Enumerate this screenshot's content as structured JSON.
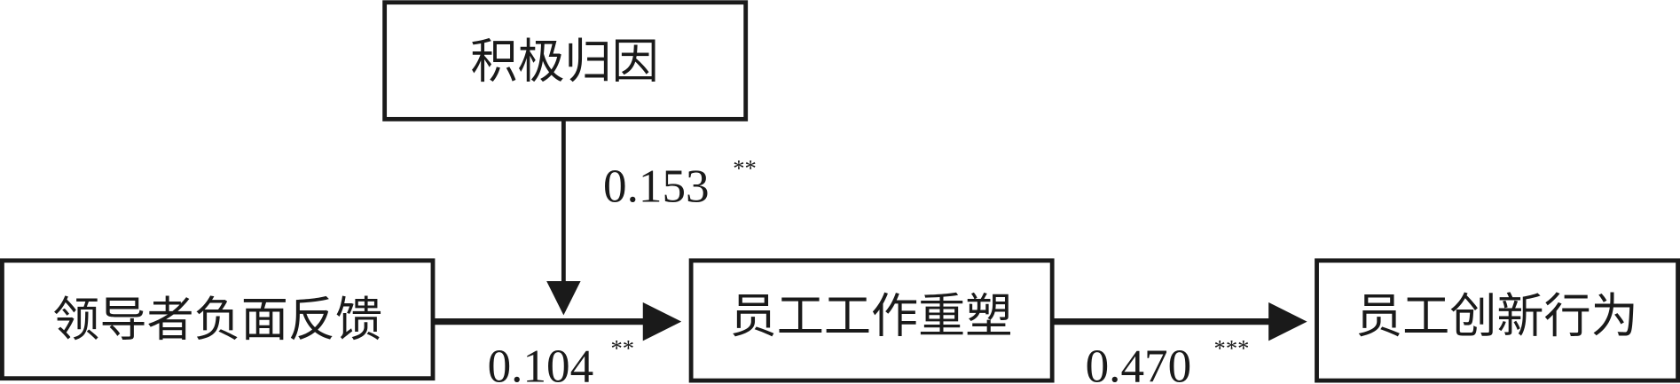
{
  "nodes": {
    "moderator": "积极归因",
    "independent": "领导者负面反馈",
    "mediator": "员工工作重塑",
    "dependent": "员工创新行为"
  },
  "paths": {
    "moderation": {
      "coef": "0.153",
      "sig": "**"
    },
    "a_path": {
      "coef": "0.104",
      "sig": "**"
    },
    "b_path": {
      "coef": "0.470",
      "sig": "***"
    }
  },
  "colors": {
    "stroke": "#1a1a1a",
    "background": "#ffffff"
  }
}
